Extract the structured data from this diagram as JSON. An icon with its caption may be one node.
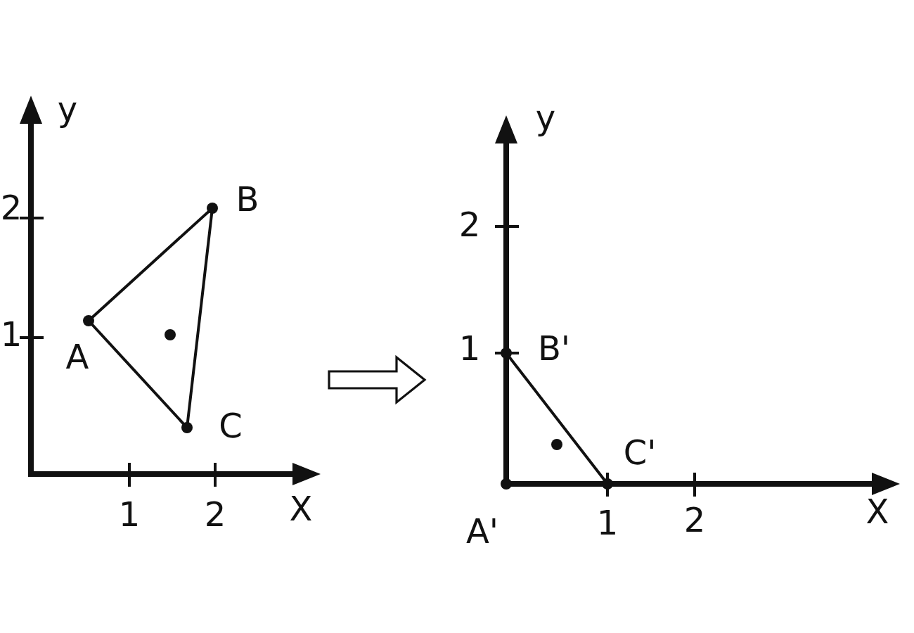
{
  "diagram": {
    "nodes": [
      {
        "text": [],
        "shape": "plot"
      },
      {
        "text": [],
        "shape": "plot"
      }
    ],
    "edges": [
      {
        "from": 0,
        "to": 1,
        "arrow": "to"
      }
    ],
    "labels": [
      "y",
      "2",
      "B",
      "1",
      "A",
      "C",
      "1",
      "2",
      "X",
      "y",
      "2",
      "1",
      "B'",
      "C'",
      "A'",
      "1",
      "2",
      "X"
    ]
  }
}
